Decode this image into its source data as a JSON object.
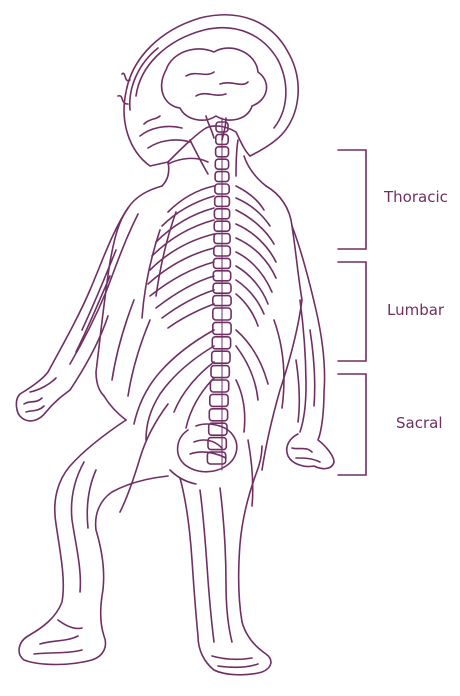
{
  "colors": {
    "ink": "#6f2f63",
    "label": "#6f2f63",
    "background": "#ffffff"
  },
  "labels": {
    "thoracic": "Thoracic",
    "lumbar": "Lumbar",
    "sacral": "Sacral"
  }
}
